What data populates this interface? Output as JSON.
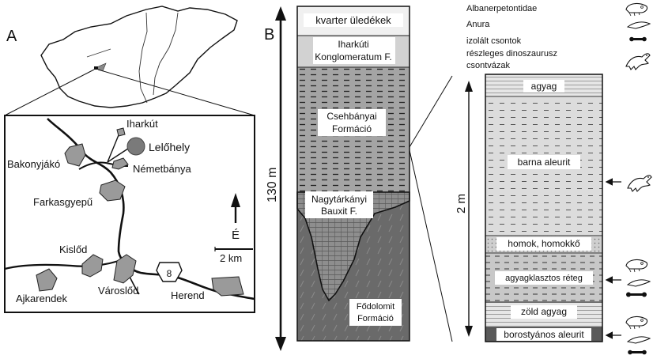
{
  "panel_a": {
    "letter": "A",
    "towns": {
      "iharkut": "Iharkút",
      "bakonyjako": "Bakonyjákó",
      "nemetbanya": "Németbánya",
      "farkasgyepu": "Farkasgyepű",
      "kislod": "Kislőd",
      "varoslod": "Városlőd",
      "ajkarendek": "Ajkarendek",
      "herend": "Herend"
    },
    "site_label": "Lelőhely",
    "road_number": "8",
    "north_label": "É",
    "scale_label": "2 km"
  },
  "panel_b": {
    "letter": "B",
    "height_label": "130 m",
    "formations": {
      "kvarter": "kvarter üledékek",
      "iharkuti_1": "Iharkúti",
      "iharkuti_2": "Konglomeratum F.",
      "csehbanyai_1": "Csehbányai",
      "csehbanyai_2": "Formáció",
      "nagytarkanyi_1": "Nagytárkányi",
      "nagytarkanyi_2": "Bauxit F.",
      "fodolomit_1": "Fődolomit",
      "fodolomit_2": "Formáció"
    }
  },
  "detail": {
    "height_label": "2 m",
    "layers": {
      "agyag": "agyag",
      "barna_aleurit": "barna aleurit",
      "homok": "homok, homokkő",
      "agyagklasztos": "agyagklasztos réteg",
      "zold_agyag": "zöld agyag",
      "borostyanos": "borostyános aleurit"
    }
  },
  "legend": {
    "albanerpetontidae": "Albanerpetontidae",
    "anura": "Anura",
    "bones_1": "izolált csontok",
    "bones_2": "részleges dinoszaurusz",
    "bones_3": "csontvázak"
  }
}
